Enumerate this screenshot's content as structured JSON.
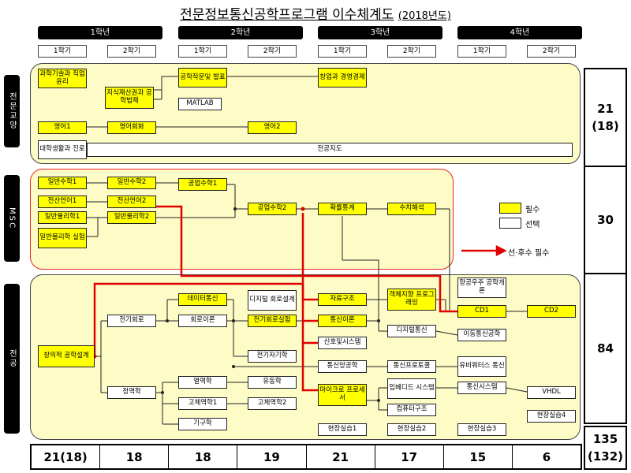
{
  "title": "전문정보통신공학프로그램 이수체계도",
  "title_year": "(2018년도)",
  "years": [
    "1학년",
    "2학년",
    "3학년",
    "4학년"
  ],
  "semesters": [
    "1학기",
    "2학기",
    "1학기",
    "2학기",
    "1학기",
    "2학기",
    "1학기",
    "2학기"
  ],
  "sections": {
    "general": "전문교양",
    "msc": "MSC",
    "major": "전공"
  },
  "section_credits": {
    "general": [
      "21",
      "(18)"
    ],
    "msc": "30",
    "major": "84",
    "total": [
      "135",
      "(132)"
    ]
  },
  "semester_totals": [
    "21(18)",
    "18",
    "18",
    "19",
    "21",
    "17",
    "15",
    "6"
  ],
  "legend": {
    "required": "필수",
    "optional": "선택",
    "prereq": "선·후수 필수"
  },
  "colors": {
    "required": "#ffff00",
    "optional": "#ffffff",
    "prereq": "#e00000",
    "region": "#fdfbc6"
  },
  "courses": {
    "tech_ethics": "과학기술과 직업윤리",
    "ip_law": "지식재산권과 공학법제",
    "eng_writing": "공학작문및 발표",
    "matlab": "MATLAB",
    "startup": "창업과 경영경제",
    "eng1": "영어1",
    "eng_conv": "영어회화",
    "eng2": "영어2",
    "college_life": "대학생활과 진로",
    "major_guide": "전공지도",
    "calc1": "일반수학1",
    "calc2": "일반수학2",
    "eng_math1": "공업수학1",
    "eng_math2": "공업수학2",
    "prob_stat": "확률통계",
    "numerical": "수치해석",
    "cs1": "전산언어1",
    "cs2": "전산언어2",
    "phys1": "일반물리학1",
    "phys2": "일반물리학2",
    "phys_lab": "일반물리학 실험",
    "creative_design": "창의적 공학설계",
    "circuit": "전기회로",
    "circuit_theory": "회로이론",
    "data_comm": "데이터통신",
    "digital_logic": "디지털 회로설계",
    "electronics_lab": "전기회로실험",
    "electromag": "전기자기학",
    "data_struct": "자료구조",
    "comm_theory": "통신이론",
    "signals": "신호및시스템",
    "network": "통신망공학",
    "micro": "마이크로 프로세서",
    "oop": "객체지향 프로그래밍",
    "digital_comm": "디지털통신",
    "protocol": "통신프로토콜",
    "embedded": "임베디드 시스템",
    "comp_arch": "컴퓨터구조",
    "aerospace": "항공우주 공학개론",
    "cd1": "CD1",
    "cd2": "CD2",
    "mobile_comm": "이동통신공학",
    "ubiquitous": "유비쿼터스 통신",
    "comm_system": "통신시스템",
    "vhdl": "VHDL",
    "statics": "정역학",
    "thermo": "열역학",
    "fluid": "유동학",
    "solid1": "고체역학1",
    "solid2": "고체역학2",
    "dynamics": "기구학",
    "field1": "현장실습1",
    "field2": "현장실습2",
    "field3": "현장실습3",
    "field4": "현장실습4"
  }
}
